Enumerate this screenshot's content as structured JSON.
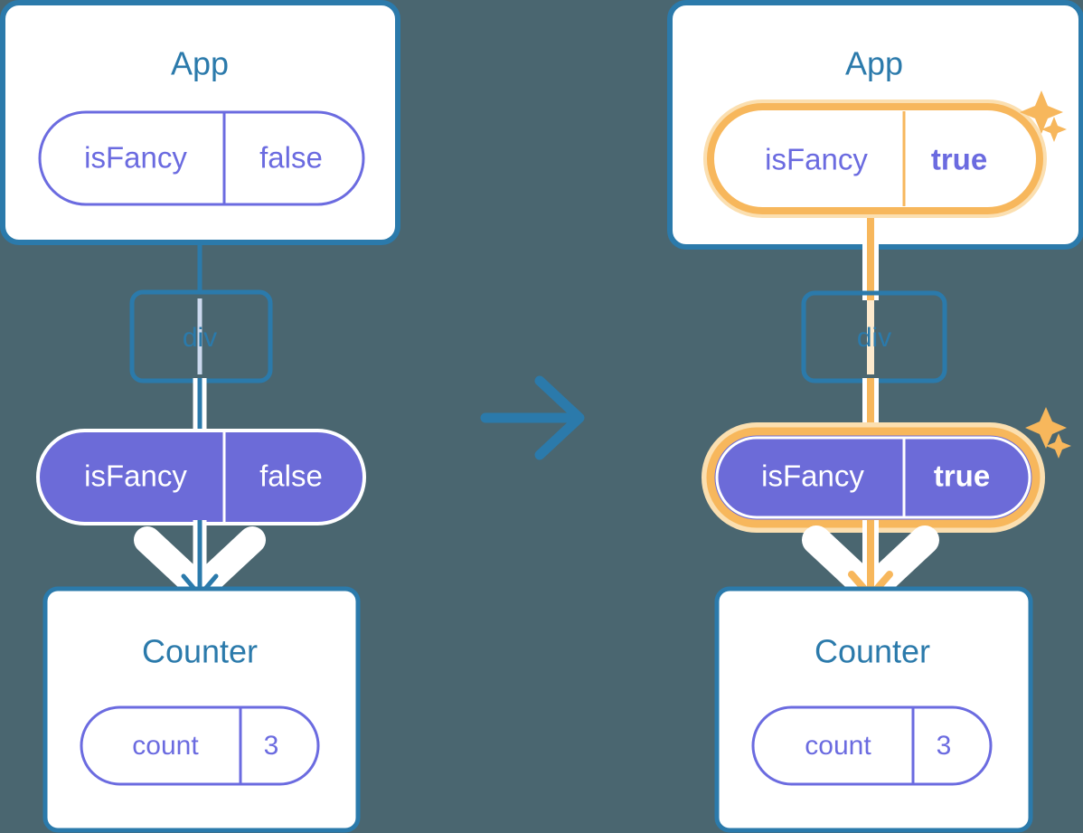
{
  "background_color": "#4a6670",
  "colors": {
    "blue": "#2b7aab",
    "purple": "#6b6be0",
    "purple_fill": "#6c6bd8",
    "orange": "#f7b75c",
    "orange_glow": "#fbdfb0",
    "pale_blue": "#ccd9ee",
    "pale_orange": "#fdeacd",
    "white": "#ffffff"
  },
  "transition_arrow": {
    "name": "transition-arrow",
    "direction": "right",
    "color": "#2b7aab"
  },
  "before": {
    "app": {
      "title": "App",
      "state_pill": {
        "key": "isFancy",
        "value": "false",
        "style": "outline",
        "highlighted": false
      }
    },
    "div": {
      "label": "div"
    },
    "props_pill": {
      "key": "isFancy",
      "value": "false",
      "style": "filled",
      "highlighted": false
    },
    "counter": {
      "title": "Counter",
      "state_pill": {
        "key": "count",
        "value": "3",
        "style": "outline",
        "highlighted": false
      }
    }
  },
  "after": {
    "app": {
      "title": "App",
      "state_pill": {
        "key": "isFancy",
        "value": "true",
        "style": "outline",
        "highlighted": true,
        "sparkle": "sparkles-icon"
      }
    },
    "div": {
      "label": "div"
    },
    "props_pill": {
      "key": "isFancy",
      "value": "true",
      "style": "filled",
      "highlighted": true,
      "sparkle": "sparkles-icon"
    },
    "counter": {
      "title": "Counter",
      "state_pill": {
        "key": "count",
        "value": "3",
        "style": "outline",
        "highlighted": false
      }
    }
  }
}
